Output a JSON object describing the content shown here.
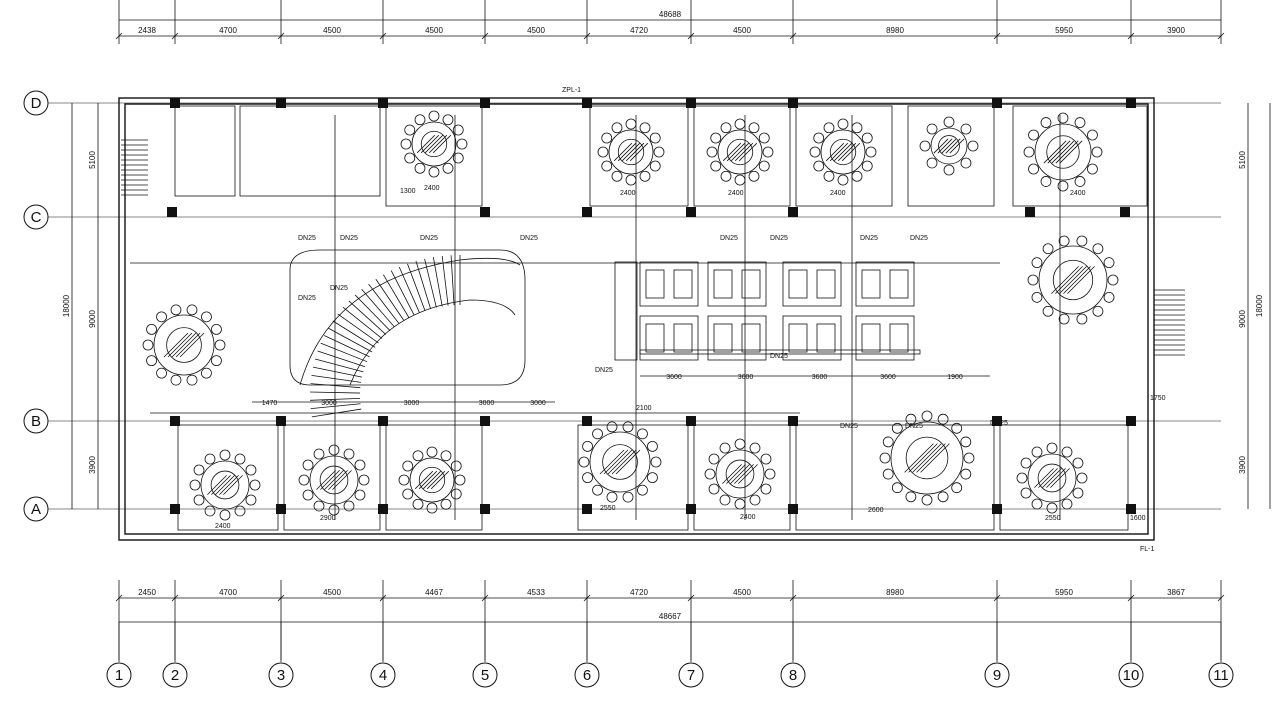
{
  "grid": {
    "columns": [
      "1",
      "2",
      "3",
      "4",
      "5",
      "6",
      "7",
      "8",
      "9",
      "10",
      "11"
    ],
    "rows": [
      "D",
      "C",
      "B",
      "A"
    ]
  },
  "dimensions": {
    "top_total": "48688",
    "top_segments": [
      "2438",
      "4700",
      "4500",
      "4500",
      "4500",
      "4720",
      "4500",
      "8980",
      "5950",
      "3900"
    ],
    "bottom_total": "48667",
    "bottom_segments": [
      "2450",
      "4700",
      "4500",
      "4467",
      "4533",
      "4720",
      "4500",
      "8980",
      "5950",
      "3867"
    ],
    "left_total": "18000",
    "left_segments": [
      "5100",
      "9000",
      "3900"
    ],
    "right_total": "18000",
    "right_segments": [
      "5100",
      "9000",
      "3900"
    ],
    "stair_spacing": [
      "1470",
      "3000",
      "3000",
      "3000",
      "3000"
    ],
    "booth_spacing": [
      "3600",
      "3600",
      "3600",
      "3600",
      "1900"
    ]
  },
  "labels": {
    "pipe_tag": "DN25",
    "fl_tag": "FL-1",
    "zpl_tag": "ZPL-1",
    "room_widths": [
      "2400",
      "2400",
      "2400",
      "2400",
      "2400",
      "2400",
      "2900",
      "2400",
      "2600",
      "2550",
      "2550",
      "2100",
      "1750",
      "1600",
      "1300"
    ]
  }
}
